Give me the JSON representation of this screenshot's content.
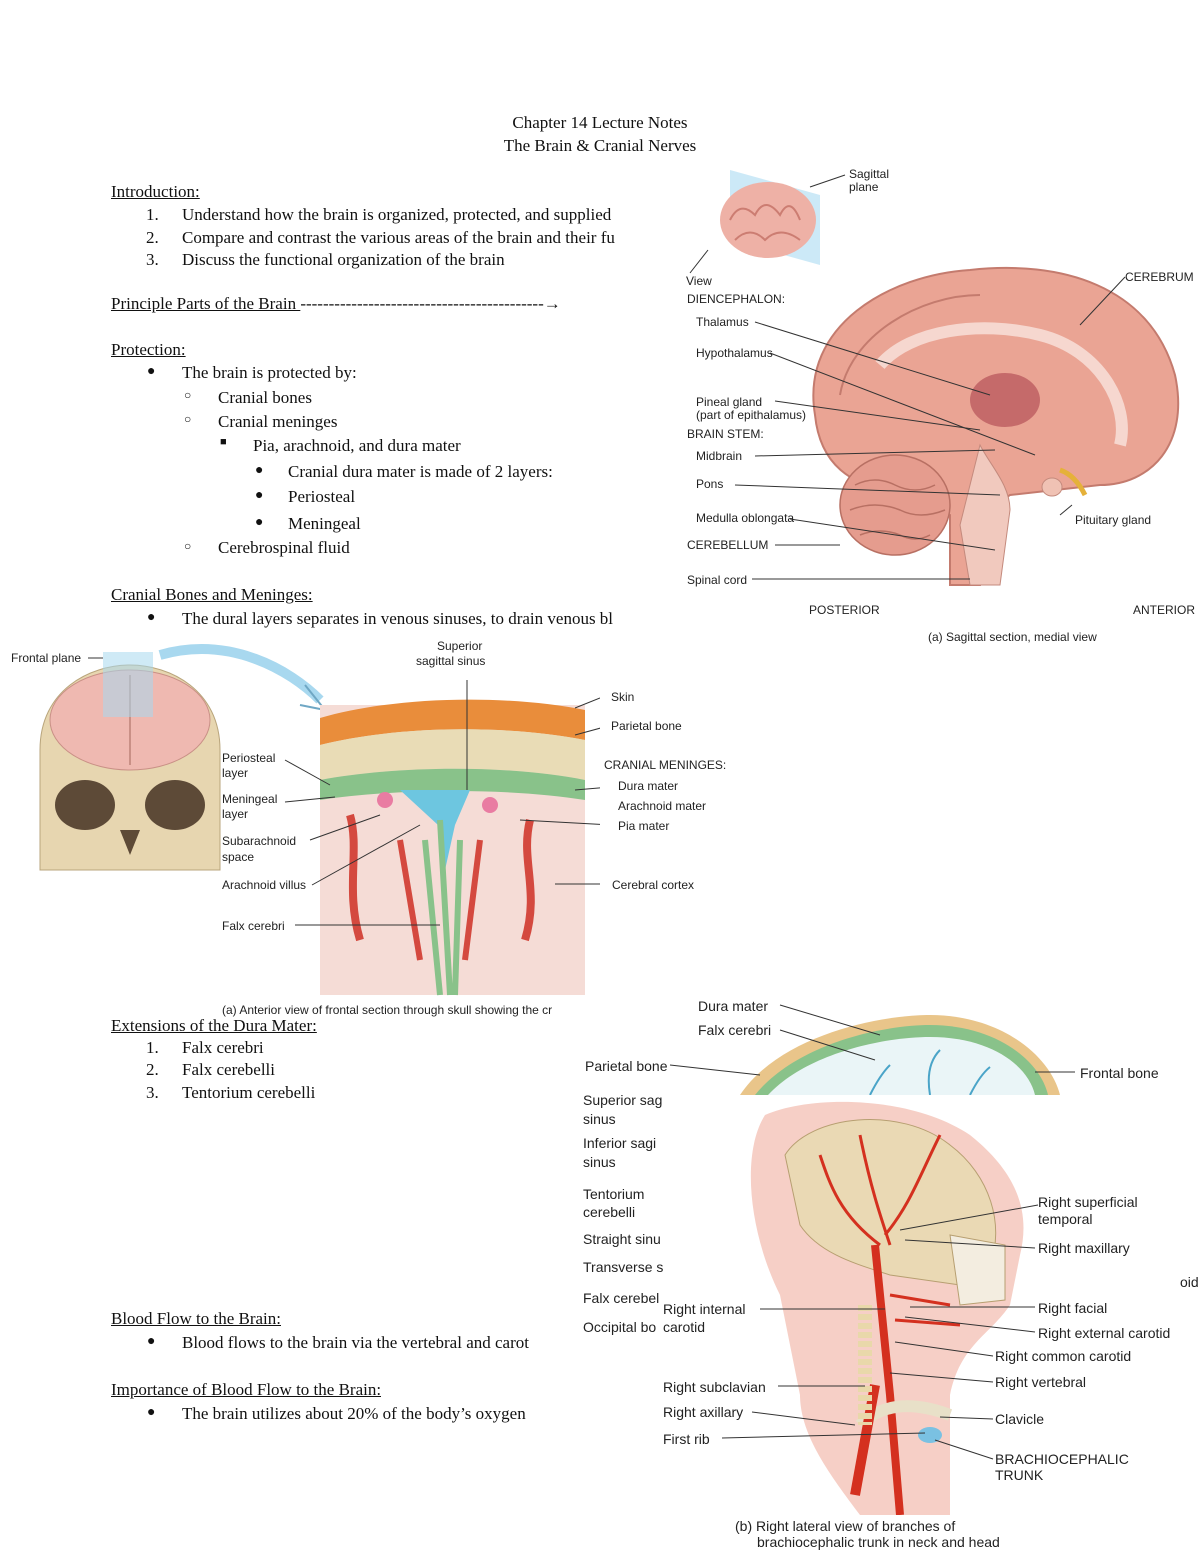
{
  "doc": {
    "title": "Chapter 14 Lecture Notes",
    "subtitle": "The Brain & Cranial Nerves"
  },
  "intro": {
    "heading": "Introduction:",
    "items": [
      {
        "num": "1.",
        "text": "Understand how the brain is organized, protected, and supplied"
      },
      {
        "num": "2.",
        "text": "Compare and contrast the various areas of the brain and their fu"
      },
      {
        "num": "3.",
        "text": "Discuss the functional organization of the brain"
      }
    ]
  },
  "principle": {
    "heading": "Principle Parts of the Brain ",
    "arrow": "-------------------------------------------→"
  },
  "protection": {
    "heading": "Protection:",
    "l1": "The brain is protected by:",
    "l2a": "Cranial bones",
    "l2b": "Cranial meninges",
    "l3": "Pia, arachnoid, and dura mater",
    "l4a": "Cranial dura mater is made of 2 layers:",
    "l4b": "Periosteal",
    "l4c": "Meningeal",
    "l2c": "Cerebrospinal fluid"
  },
  "cranial_bones": {
    "heading": "Cranial Bones and Meninges:",
    "text": "The dural layers separates in venous sinuses, to drain venous bl"
  },
  "extensions": {
    "heading": "Extensions of the Dura Mater:",
    "items": [
      {
        "num": "1.",
        "text": "Falx cerebri"
      },
      {
        "num": "2.",
        "text": "Falx cerebelli"
      },
      {
        "num": "3.",
        "text": "Tentorium cerebelli"
      }
    ]
  },
  "blood_flow": {
    "heading": "Blood Flow to the Brain:",
    "text": "Blood flows to the brain via the vertebral and carot"
  },
  "importance": {
    "heading": "Importance of Blood Flow to the Brain:",
    "text": "The brain utilizes about 20% of the body’s oxygen"
  },
  "fig_sagittal": {
    "sagittal_plane": "Sagittal",
    "sagittal_plane2": "plane",
    "view": "View",
    "diencephalon": "DIENCEPHALON:",
    "thalamus": "Thalamus",
    "hypothalamus": "Hypothalamus",
    "pineal": "Pineal gland",
    "pineal2": "(part of epithalamus)",
    "brainstem": "BRAIN STEM:",
    "midbrain": "Midbrain",
    "pons": "Pons",
    "medulla": "Medulla oblongata",
    "cerebellum": "CEREBELLUM",
    "spinal": "Spinal cord",
    "cerebrum": "CEREBRUM",
    "pituitary": "Pituitary gland",
    "posterior": "POSTERIOR",
    "anterior": "ANTERIOR",
    "caption": "(a) Sagittal section, medial view"
  },
  "fig_frontal": {
    "frontal_plane": "Frontal plane",
    "sss1": "Superior",
    "sss2": "sagittal sinus",
    "skin": "Skin",
    "parietal": "Parietal bone",
    "periosteal1": "Periosteal",
    "periosteal2": "layer",
    "meningeal1": "Meningeal",
    "meningeal2": "layer",
    "subarach1": "Subarachnoid",
    "subarach2": "space",
    "villus": "Arachnoid villus",
    "falx": "Falx cerebri",
    "meninges": "CRANIAL MENINGES:",
    "dura": "Dura mater",
    "arachnoid": "Arachnoid mater",
    "pia": "Pia mater",
    "cortex": "Cerebral cortex",
    "caption": "(a) Anterior view of frontal section through skull showing the cr"
  },
  "fig_dura": {
    "dura": "Dura mater",
    "falx": "Falx cerebri",
    "parietal": "Parietal bone",
    "frontal": "Frontal bone",
    "sup1": "Superior sag",
    "sup2": "sinus",
    "inf1": "Inferior sagi",
    "inf2": "sinus",
    "tent1": "Tentorium",
    "tent2": "cerebelli",
    "straight": "Straight sinu",
    "transverse": "Transverse s",
    "falxcb": "Falx cerebel",
    "occipital": "Occipital bo",
    "oid": "oid"
  },
  "fig_arteries": {
    "sup_temporal1": "Right superficial",
    "sup_temporal2": "temporal",
    "maxillary": "Right maxillary",
    "int_carotid1": "Right internal",
    "int_carotid2": "carotid",
    "facial": "Right facial",
    "ext_carotid": "Right external carotid",
    "common_carotid": "Right common carotid",
    "vertebral": "Right vertebral",
    "subclavian": "Right subclavian",
    "axillary": "Right axillary",
    "clavicle": "Clavicle",
    "first_rib": "First rib",
    "brachio1": "BRACHIOCEPHALIC",
    "brachio2": "TRUNK",
    "caption1": "(b) Right lateral view of branches of",
    "caption2": "brachiocephalic trunk in neck and head"
  }
}
